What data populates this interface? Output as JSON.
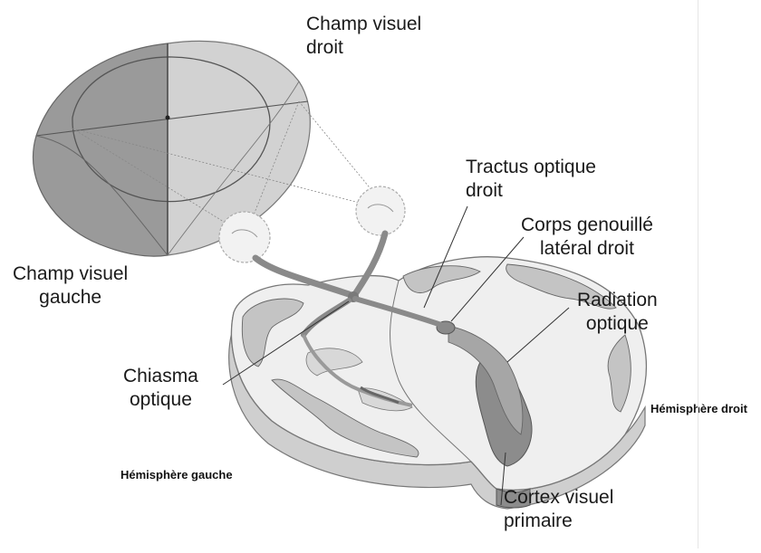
{
  "labels": {
    "champ_visuel_droit": [
      "Champ visuel",
      "droit"
    ],
    "champ_visuel_gauche": [
      "Champ visuel",
      "gauche"
    ],
    "tractus_optique_droit": [
      "Tractus optique",
      "droit"
    ],
    "corps_genouille": [
      "Corps genouillé",
      "latéral droit"
    ],
    "radiation_optique": [
      "Radiation",
      "optique"
    ],
    "chiasma_optique": [
      "Chiasma",
      "optique"
    ],
    "cortex_visuel": [
      "Cortex visuel",
      "primaire"
    ],
    "hemisphere_droit": "Hémisphère droit",
    "hemisphere_gauche": "Hémisphère gauche"
  },
  "colors": {
    "left_field": "#9a9a9a",
    "right_field": "#d2d2d2",
    "brain_tissue": "#efefef",
    "brain_side": "#cfcfcf",
    "gray_matter": "#c4c4c4",
    "optic_path": "#8a8a8a",
    "cortex": "#8c8c8c"
  }
}
